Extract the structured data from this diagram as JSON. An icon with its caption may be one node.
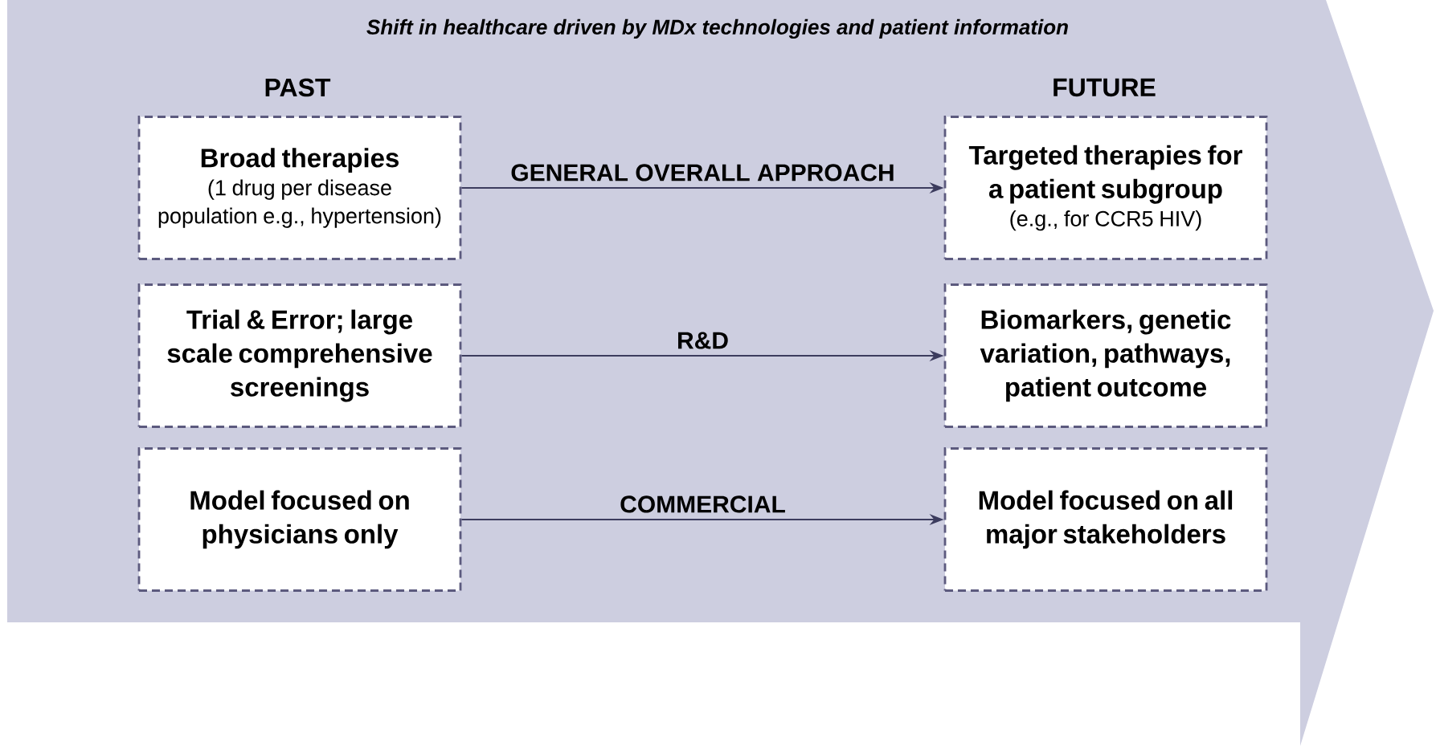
{
  "diagram": {
    "title": "Shift in healthcare driven by MDx technologies and patient information",
    "nodes": [
      {
        "text": [
          "Broad therapies",
          "(1 drug per disease population e.g., hypertension)"
        ]
      },
      {
        "text": [
          "Targeted therapies for a patient subgroup",
          "(e.g., for CCR5 HIV)"
        ]
      },
      {
        "text": [
          "Trial & Error; large scale comprehensive screenings"
        ]
      },
      {
        "text": [
          "Biomarkers, genetic variation, pathways, patient outcome"
        ]
      },
      {
        "text": [
          "Model focused on physicians only"
        ]
      },
      {
        "text": [
          "Model focused on all major stakeholders"
        ]
      }
    ],
    "edges": [
      {
        "from": 0,
        "to": 1,
        "arrow": "to",
        "label": "GENERAL OVERALL APPROACH"
      },
      {
        "from": 2,
        "to": 3,
        "arrow": "to",
        "label": "R&D"
      },
      {
        "from": 4,
        "to": 5,
        "arrow": "to",
        "label": "COMMERCIAL"
      }
    ],
    "labels": [
      "PAST",
      "FUTURE"
    ]
  }
}
